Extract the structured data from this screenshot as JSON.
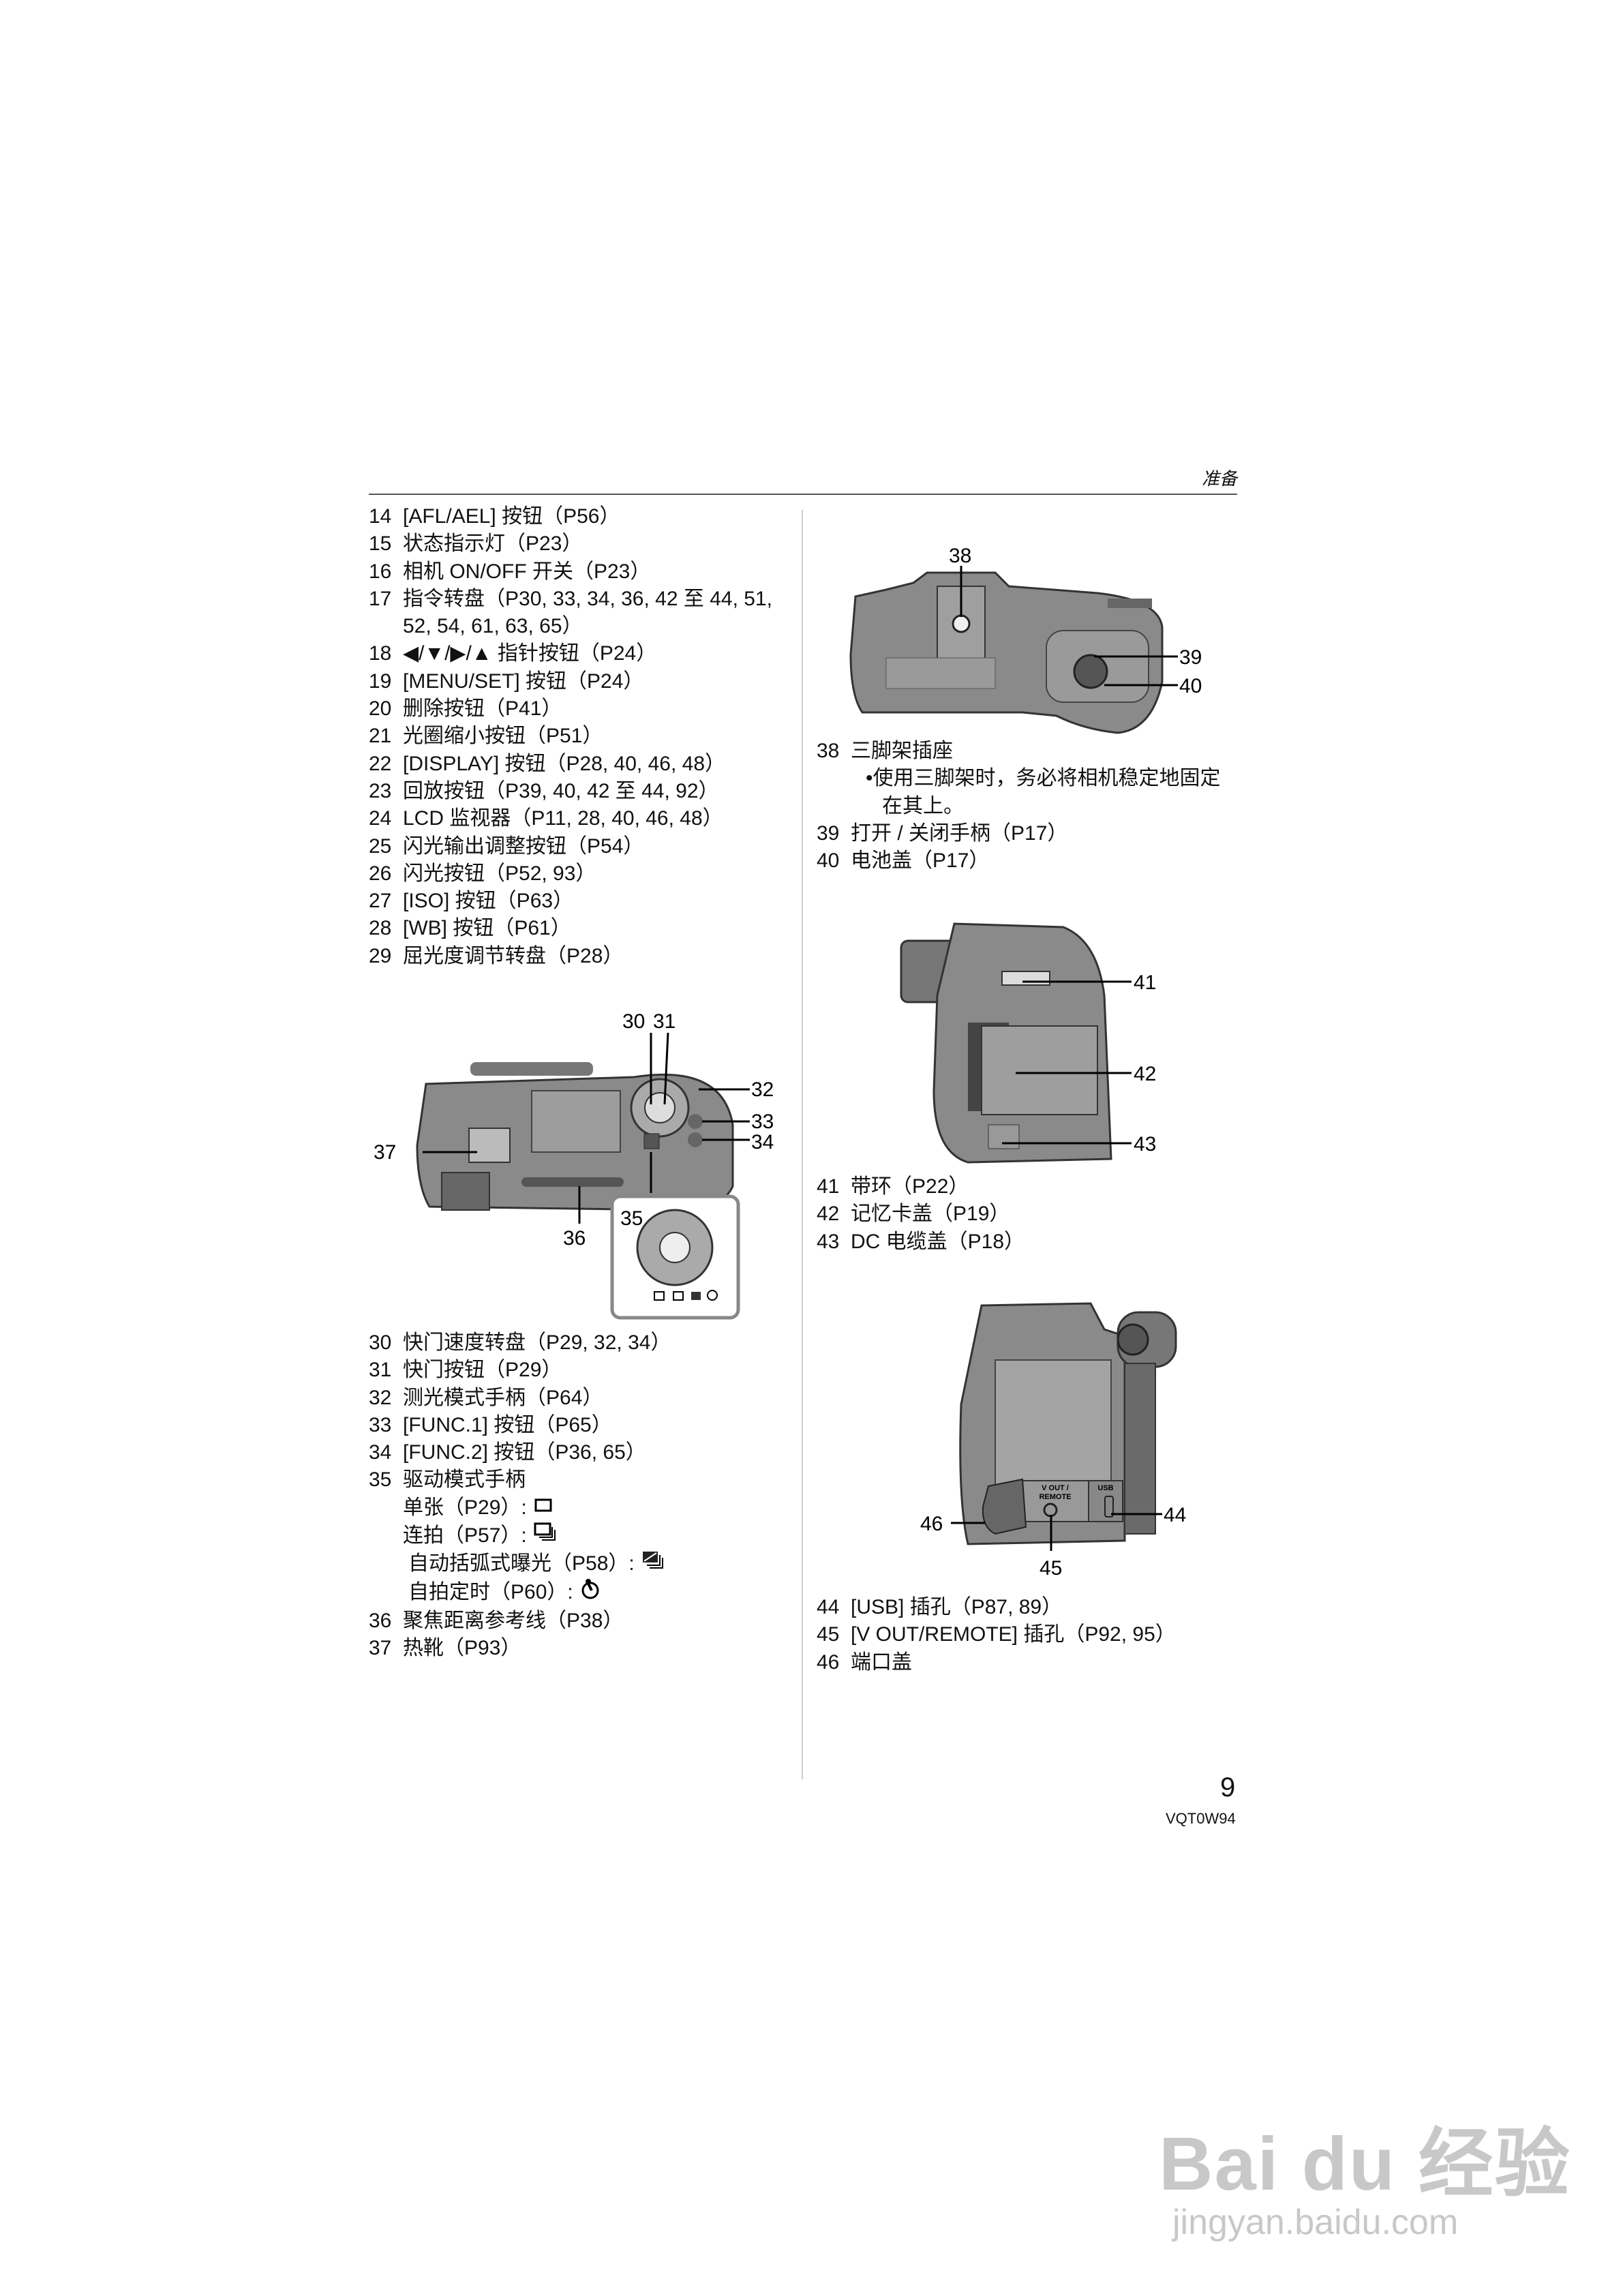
{
  "header": {
    "section_title": "准备"
  },
  "left_list_a": [
    {
      "num": "14",
      "text": "[AFL/AEL] 按钮（P56）"
    },
    {
      "num": "15",
      "text": "状态指示灯（P23）"
    },
    {
      "num": "16",
      "text": "相机 ON/OFF 开关（P23）"
    },
    {
      "num": "17",
      "text": "指令转盘（P30, 33, 34, 36, 42 至 44, 51,",
      "cont": "52, 54, 61, 63, 65）"
    },
    {
      "num": "18",
      "text": "◀/▼/▶/▲ 指针按钮（P24）"
    },
    {
      "num": "19",
      "text": "[MENU/SET] 按钮（P24）"
    },
    {
      "num": "20",
      "text": "删除按钮（P41）"
    },
    {
      "num": "21",
      "text": "光圈缩小按钮（P51）"
    },
    {
      "num": "22",
      "text": "[DISPLAY] 按钮（P28, 40, 46, 48）"
    },
    {
      "num": "23",
      "text": "回放按钮（P39, 40, 42 至 44, 92）"
    },
    {
      "num": "24",
      "text": "LCD 监视器（P11, 28, 40, 46, 48）"
    },
    {
      "num": "25",
      "text": "闪光输出调整按钮（P54）"
    },
    {
      "num": "26",
      "text": "闪光按钮（P52, 93）"
    },
    {
      "num": "27",
      "text": "[ISO] 按钮（P63）"
    },
    {
      "num": "28",
      "text": "[WB] 按钮（P61）"
    },
    {
      "num": "29",
      "text": "屈光度调节转盘（P28）"
    }
  ],
  "diagram_top": {
    "callouts": [
      "30",
      "31",
      "32",
      "33",
      "34",
      "35",
      "36",
      "37"
    ]
  },
  "left_list_b": [
    {
      "num": "30",
      "text": "快门速度转盘（P29, 32, 34）"
    },
    {
      "num": "31",
      "text": "快门按钮（P29）"
    },
    {
      "num": "32",
      "text": "测光模式手柄（P64）"
    },
    {
      "num": "33",
      "text": "[FUNC.1] 按钮（P65）"
    },
    {
      "num": "34",
      "text": "[FUNC.2] 按钮（P36, 65）"
    },
    {
      "num": "35",
      "text": "驱动模式手柄"
    }
  ],
  "drive_modes": [
    {
      "text": "单张（P29）:",
      "icon": "single-frame-icon"
    },
    {
      "text": "连拍（P57）:",
      "icon": "burst-icon"
    },
    {
      "text": "自动括弧式曝光（P58）:",
      "icon": "auto-bracket-icon"
    },
    {
      "text": "自拍定时（P60）:",
      "icon": "self-timer-icon"
    }
  ],
  "left_list_c": [
    {
      "num": "36",
      "text": "聚焦距离参考线（P38）"
    },
    {
      "num": "37",
      "text": "热靴（P93）"
    }
  ],
  "diagram_bottom": {
    "callouts": [
      "38",
      "39",
      "40"
    ]
  },
  "right_list_a": {
    "item38": {
      "num": "38",
      "text": "三脚架插座"
    },
    "note": "•使用三脚架时，务必将相机稳定地固定",
    "note_cont": "在其上。",
    "items": [
      {
        "num": "39",
        "text": "打开 / 关闭手柄（P17）"
      },
      {
        "num": "40",
        "text": "电池盖（P17）"
      }
    ]
  },
  "diagram_side": {
    "callouts": [
      "41",
      "42",
      "43"
    ]
  },
  "right_list_b": [
    {
      "num": "41",
      "text": "带环（P22）"
    },
    {
      "num": "42",
      "text": "记忆卡盖（P19）"
    },
    {
      "num": "43",
      "text": "DC 电缆盖（P18）"
    }
  ],
  "diagram_ports": {
    "callouts": [
      "44",
      "45",
      "46"
    ],
    "port_label_vout_1": "V OUT /",
    "port_label_vout_2": "REMOTE",
    "port_label_usb": "USB"
  },
  "right_list_c": [
    {
      "num": "44",
      "text": "[USB] 插孔（P87, 89）"
    },
    {
      "num": "45",
      "text": "[V OUT/REMOTE] 插孔（P92, 95）"
    },
    {
      "num": "46",
      "text": "端口盖"
    }
  ],
  "footer": {
    "page_number": "9",
    "doc_code": "VQT0W94"
  },
  "watermark": {
    "logo": "Bai du 经验",
    "url": "jingyan.baidu.com"
  },
  "colors": {
    "camera_body": "#8a8a8a",
    "camera_dark": "#5a5a5a",
    "text": "#111111",
    "watermark": "#c8c8c8"
  }
}
